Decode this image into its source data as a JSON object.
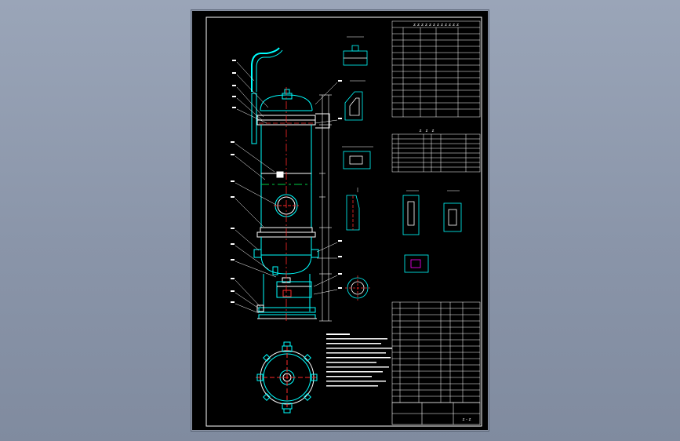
{
  "viewer": {
    "background_color": "#8e99ad"
  },
  "drawing": {
    "sheet_color": "#000000",
    "colors": {
      "frame": "#ffffff",
      "vessel": "#00ffff",
      "centerline": "#ff2a2a",
      "text": "#ffffff",
      "highlight": "#ff00ff"
    },
    "tables": {
      "design_data_title": "ｚｚｚｚｚｚｚｚｚｚｚｚ",
      "nozzle_table_title": "ｚ ｚ ｚ",
      "title_block": {
        "drawing_no": "ｚ-ｚ"
      }
    }
  }
}
